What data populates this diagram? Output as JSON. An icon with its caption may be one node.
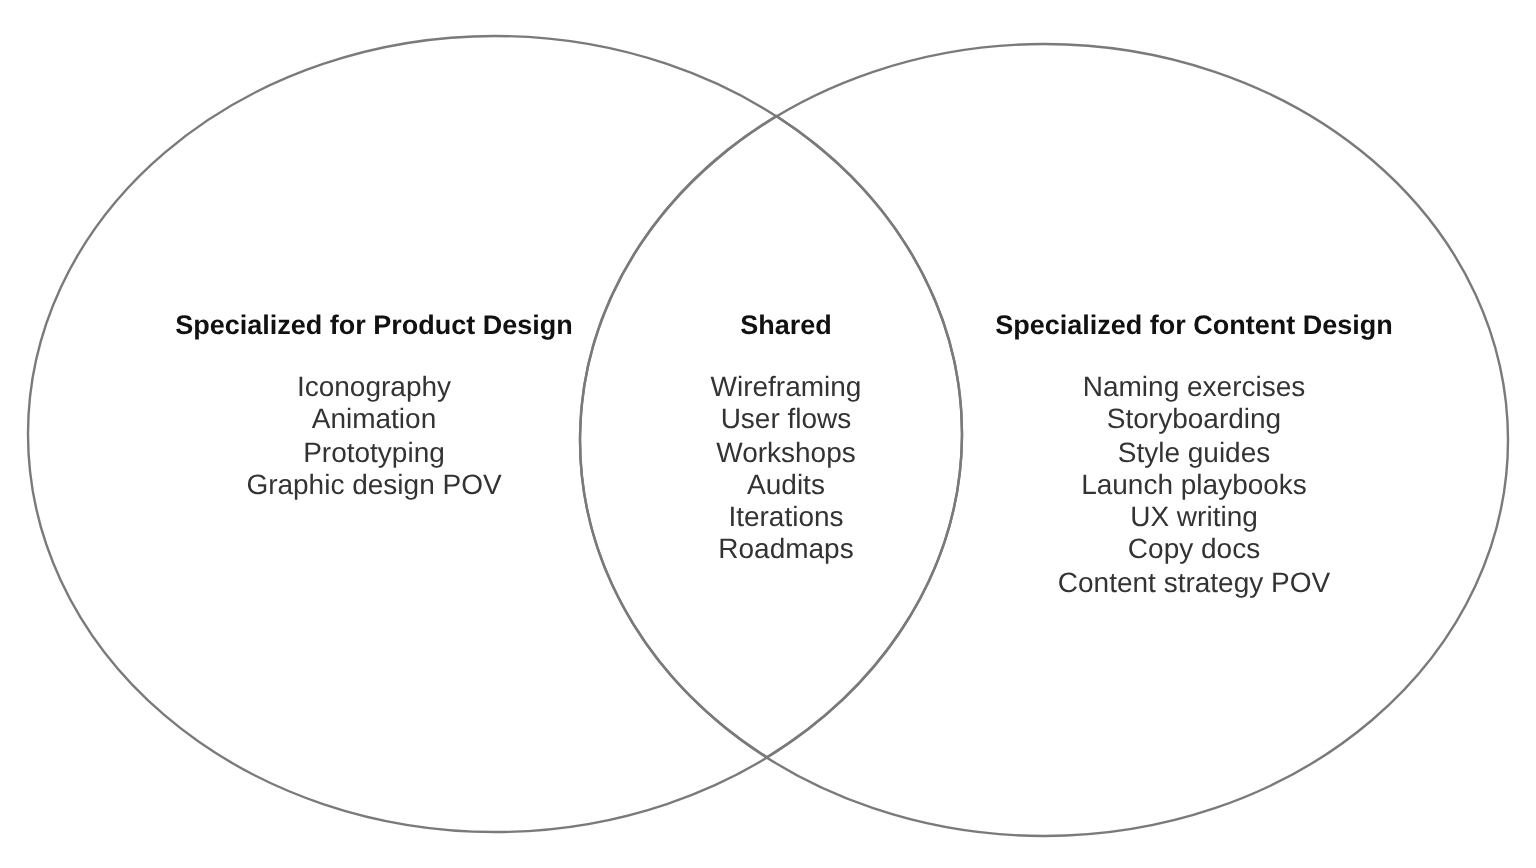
{
  "diagram": {
    "nodes": [
      {
        "text": [
          "Specialized for Product Design",
          "Iconography",
          "Animation",
          "Prototyping",
          "Graphic design POV"
        ]
      },
      {
        "text": [
          "Shared",
          "Wireframing",
          "User flows",
          "Workshops",
          "Audits",
          "Iterations",
          "Roadmaps"
        ]
      },
      {
        "text": [
          "Specialized for Content Design",
          "Naming exercises",
          "Storyboarding",
          "Style guides",
          "Launch playbooks",
          "UX writing",
          "Copy docs",
          "Content strategy POV"
        ]
      }
    ]
  }
}
